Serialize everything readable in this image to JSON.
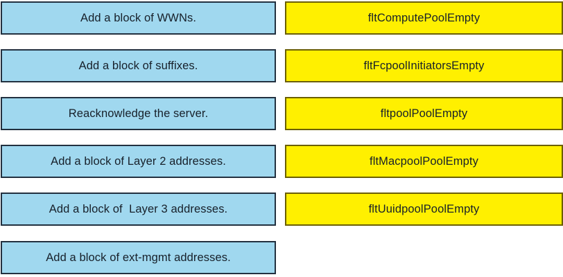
{
  "colors": {
    "left_box_fill": "#a0d8ef",
    "left_box_border": "#22303f",
    "right_box_fill": "#fff000",
    "right_box_border": "#6b5f00",
    "text": "#17202a",
    "background": "#ffffff"
  },
  "left_column": {
    "items": [
      {
        "label": "Add a block of WWNs."
      },
      {
        "label": "Add a block of suffixes."
      },
      {
        "label": "Reacknowledge the server."
      },
      {
        "label": "Add a block of Layer 2 addresses."
      },
      {
        "label": "Add a block of  Layer 3 addresses."
      },
      {
        "label": "Add a block of ext-mgmt addresses."
      }
    ]
  },
  "right_column": {
    "items": [
      {
        "label": "fltComputePoolEmpty"
      },
      {
        "label": "fltFcpoolInitiatorsEmpty"
      },
      {
        "label": "fltpoolPoolEmpty"
      },
      {
        "label": "fltMacpoolPoolEmpty"
      },
      {
        "label": "fltUuidpoolPoolEmpty"
      }
    ]
  }
}
